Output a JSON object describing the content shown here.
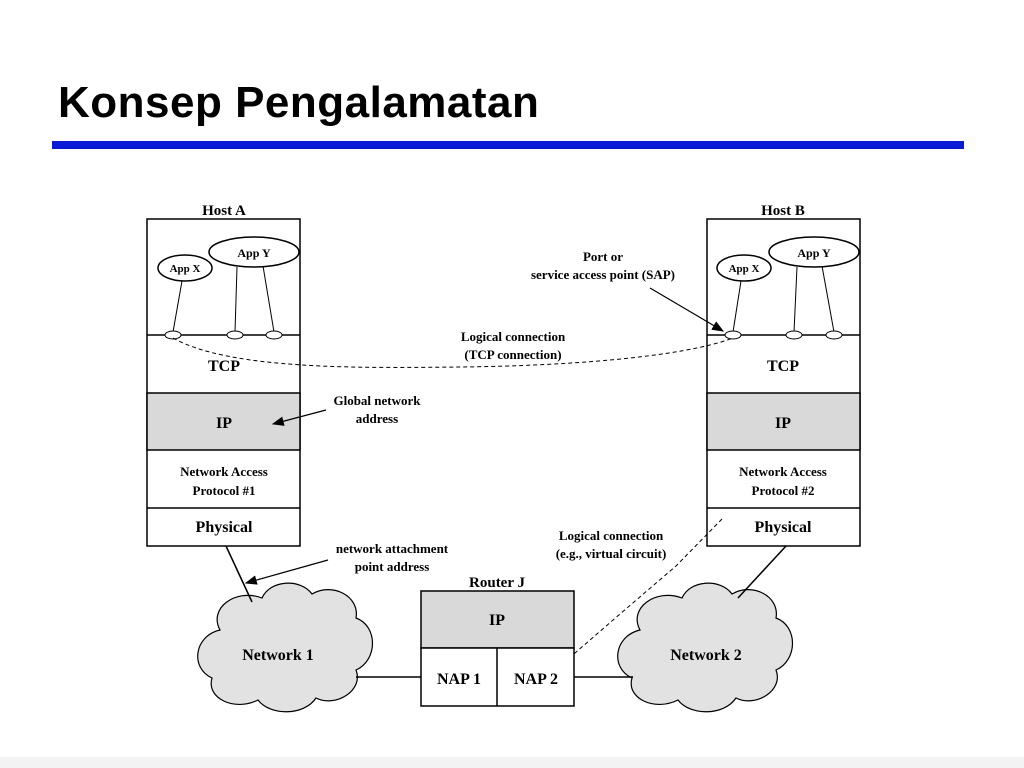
{
  "slide": {
    "title": "Konsep Pengalamatan"
  },
  "diagram": {
    "host_a": {
      "label": "Host A",
      "app_x": "App X",
      "app_y": "App Y",
      "tcp": "TCP",
      "ip": "IP",
      "nap_line1": "Network Access",
      "nap_line2": "Protocol #1",
      "physical": "Physical"
    },
    "host_b": {
      "label": "Host B",
      "app_x": "App X",
      "app_y": "App Y",
      "tcp": "TCP",
      "ip": "IP",
      "nap_line1": "Network Access",
      "nap_line2": "Protocol #2",
      "physical": "Physical"
    },
    "router": {
      "label": "Router J",
      "ip": "IP",
      "nap1": "NAP 1",
      "nap2": "NAP 2"
    },
    "networks": {
      "network1": "Network 1",
      "network2": "Network 2"
    },
    "annotations": {
      "sap_line1": "Port or",
      "sap_line2": "service access point (SAP)",
      "logical_tcp_line1": "Logical connection",
      "logical_tcp_line2": "(TCP connection)",
      "global_addr_line1": "Global network",
      "global_addr_line2": "address",
      "nap_addr_line1": "network attachment",
      "nap_addr_line2": "point address",
      "logical_vc_line1": "Logical connection",
      "logical_vc_line2": "(e.g., virtual circuit)"
    },
    "colors": {
      "title_rule": "#0a1bd6",
      "ip_layer_fill": "#d9d9d9",
      "cloud_fill": "#e2e2e2"
    }
  }
}
